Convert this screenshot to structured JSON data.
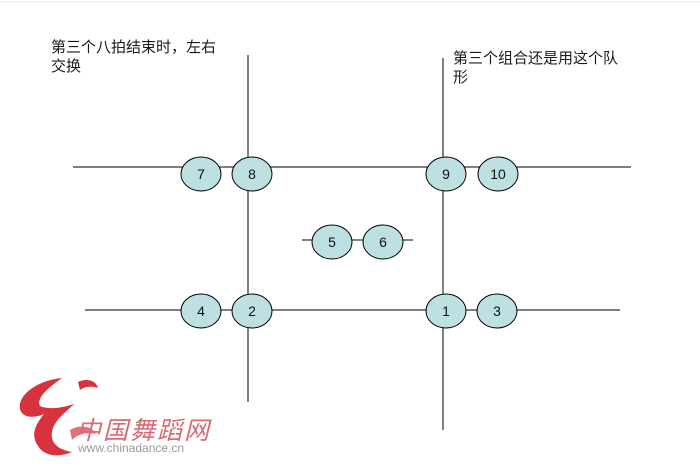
{
  "notes": {
    "left": "第三个八拍结束时，左右\n交换",
    "right": "第三个组合还是用这个队\n形"
  },
  "dancers": [
    "7",
    "8",
    "9",
    "10",
    "5",
    "6",
    "4",
    "2",
    "1",
    "3"
  ],
  "watermark": {
    "name": "中国舞蹈网",
    "url": "www.chinadance.cn"
  },
  "colors": {
    "circle_fill": "#bde0e2",
    "stroke": "#000000",
    "logo_red": "#d8323c"
  }
}
